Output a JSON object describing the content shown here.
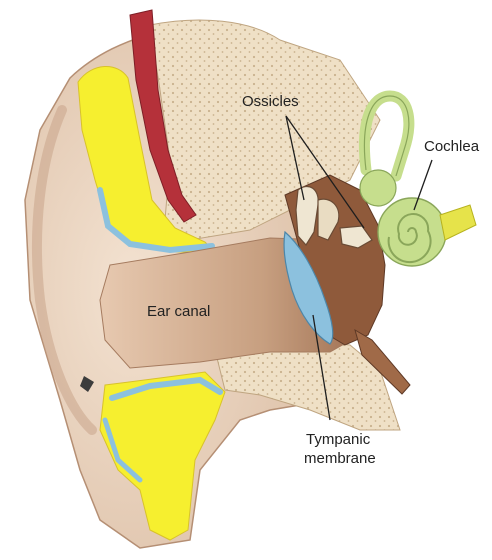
{
  "labels": {
    "ossicles": "Ossicles",
    "cochlea": "Cochlea",
    "ear_canal": "Ear canal",
    "tympanic_line1": "Tympanic",
    "tympanic_line2": "membrane"
  },
  "colors": {
    "skin": "#ecd6c2",
    "skin_shadow": "#d7b59c",
    "canal": "#c49a7c",
    "bone": "#efe0c6",
    "bone_dots": "#c9b28e",
    "fat": "#f6ef2f",
    "blue": "#8cc1de",
    "muscle": "#b5313a",
    "middle_ear": "#8f5a3b",
    "cochlea": "#c6de8d",
    "nerve": "#e6e34a",
    "leader": "#1e1e1e"
  }
}
